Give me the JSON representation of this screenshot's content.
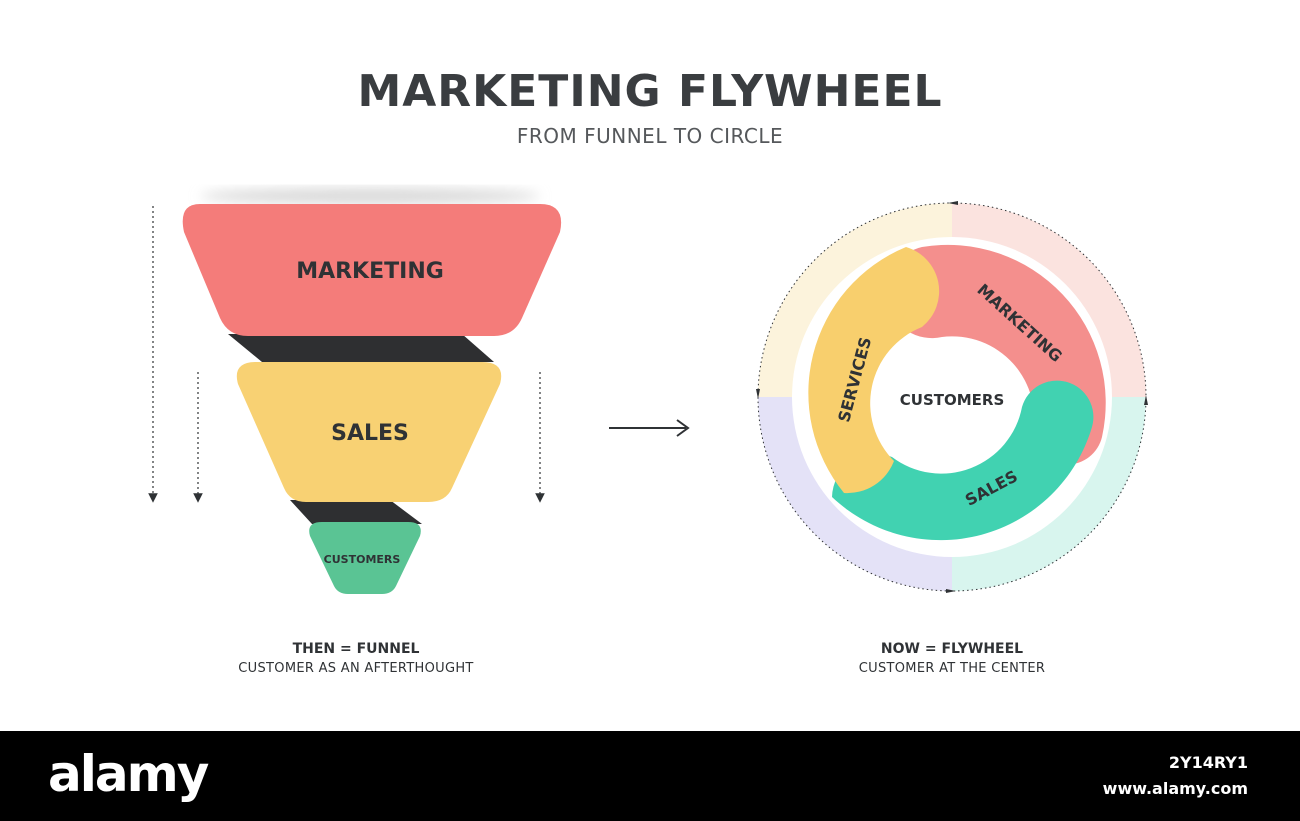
{
  "title": "MARKETING FLYWHEEL",
  "subtitle": "FROM FUNNEL TO CIRCLE",
  "funnel": {
    "stages": [
      {
        "label": "MARKETING",
        "color": "#f47c7a"
      },
      {
        "label": "SALES",
        "color": "#f8d173"
      },
      {
        "label": "CUSTOMERS",
        "color": "#5ac494"
      }
    ],
    "connector_color": "#2e2f31",
    "caption_head": "THEN = FUNNEL",
    "caption_sub": "CUSTOMER AS AN AFTERTHOUGHT"
  },
  "flywheel": {
    "center_label": "CUSTOMERS",
    "segments": [
      {
        "label": "MARKETING",
        "color": "#f48f8d"
      },
      {
        "label": "SALES",
        "color": "#41d2b1"
      },
      {
        "label": "SERVICES",
        "color": "#f8cf6d"
      }
    ],
    "ring_colors": [
      "#fcf3dc",
      "#fbe3df",
      "#d8f5ee",
      "#e4e2f7"
    ],
    "caption_head": "NOW = FLYWHEEL",
    "caption_sub": "CUSTOMER AT THE CENTER"
  },
  "watermark": {
    "brand": "alamy",
    "image_code": "2Y14RY1",
    "site": "www.alamy.com"
  }
}
